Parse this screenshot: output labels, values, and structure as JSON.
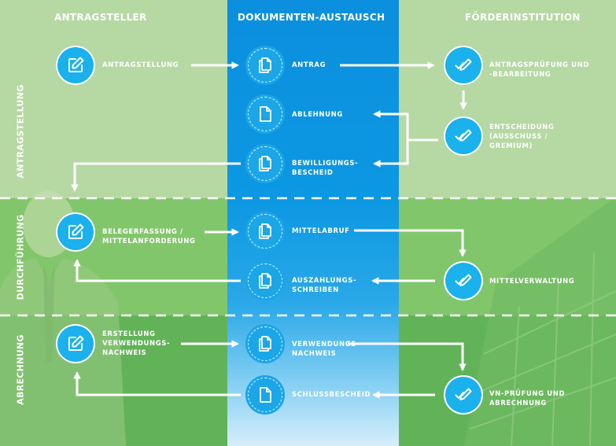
{
  "columns": {
    "applicant": "ANTRAGSTELLER",
    "exchange": "DOKUMENTEN-AUSTAUSCH",
    "institution": "FÖRDERINSTITUTION"
  },
  "rows": {
    "application": "ANTRAGSTELLUNG",
    "execution": "DURCHFÜHRUNG",
    "settlement": "ABRECHNUNG"
  },
  "nodes": {
    "antragstellung": {
      "label": [
        "ANTRAGSTELLUNG"
      ],
      "icon": "edit-icon"
    },
    "antrag": {
      "label": [
        "ANTRAG"
      ],
      "icon": "documents-icon"
    },
    "antragspruefung": {
      "label": [
        "ANTRAGSPRÜFUNG UND",
        "-BEARBEITUNG"
      ],
      "icon": "check-edit-icon"
    },
    "ablehnung": {
      "label": [
        "ABLEHNUNG"
      ],
      "icon": "document-icon"
    },
    "entscheidung": {
      "label": [
        "ENTSCHEIDUNG",
        "(AUSSCHUSS /",
        "GREMIUM)"
      ],
      "icon": "check-edit-icon"
    },
    "bewilligungsbescheid": {
      "label": [
        "BEWILLIGUNGS-",
        "BESCHEID"
      ],
      "icon": "documents-icon"
    },
    "belegerfassung": {
      "label": [
        "BELEGERFASSUNG /",
        "MITTELANFORDERUNG"
      ],
      "icon": "edit-icon"
    },
    "mittelabruf": {
      "label": [
        "MITTELABRUF"
      ],
      "icon": "documents-icon"
    },
    "mittelverwaltung": {
      "label": [
        "MITTELVERWALTUNG"
      ],
      "icon": "check-edit-icon"
    },
    "auszahlungsschreiben": {
      "label": [
        "AUSZAHLUNGS-",
        "SCHREIBEN"
      ],
      "icon": "documents-icon"
    },
    "erstellung": {
      "label": [
        "ERSTELLUNG",
        "VERWENDUNGS-",
        "NACHWEIS"
      ],
      "icon": "edit-icon"
    },
    "verwendungsnachweis": {
      "label": [
        "VERWENDUNGS-",
        "NACHWEIS"
      ],
      "icon": "documents-icon"
    },
    "vnpruefung": {
      "label": [
        "VN-PRÜFUNG UND",
        "ABRECHNUNG"
      ],
      "icon": "check-edit-icon"
    },
    "schlussbescheid": {
      "label": [
        "SCHLUSSBESCHEID"
      ],
      "icon": "document-icon"
    }
  },
  "colors": {
    "row1_green": "#b6d8a3",
    "row2_green": "#82c66b",
    "row3_green": "#62b358",
    "exchange_blue": "#0b8fde",
    "node_blue": "#1ab1ec",
    "line": "#ffffff"
  }
}
